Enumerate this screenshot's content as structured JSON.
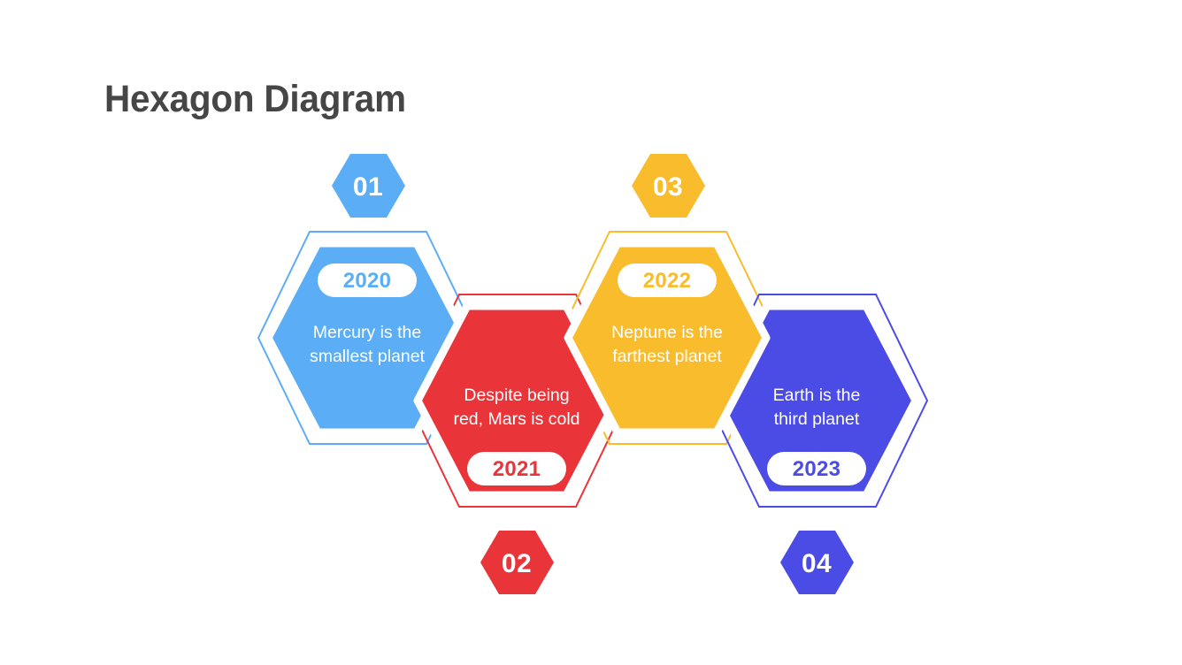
{
  "page": {
    "title": "Hexagon Diagram",
    "background_color": "#ffffff",
    "title_color": "#464646"
  },
  "diagram": {
    "type": "hexagon-process-diagram",
    "step_count": 4,
    "steps": [
      {
        "number": "01",
        "year": "2020",
        "text_line1": "Mercury is the",
        "text_line2": "smallest planet",
        "color": "#5BAEF5",
        "badge_position": "top",
        "pill_position": "top",
        "text_position": "bottom"
      },
      {
        "number": "02",
        "year": "2021",
        "text_line1": "Despite being",
        "text_line2": "red, Mars is cold",
        "color": "#E93539",
        "badge_position": "bottom",
        "pill_position": "bottom",
        "text_position": "top"
      },
      {
        "number": "03",
        "year": "2022",
        "text_line1": "Neptune is the",
        "text_line2": "farthest planet",
        "color": "#F9BC2C",
        "badge_position": "top",
        "pill_position": "top",
        "text_position": "bottom"
      },
      {
        "number": "04",
        "year": "2023",
        "text_line1": "Earth is the",
        "text_line2": "third planet",
        "color": "#4B4CE6",
        "badge_position": "bottom",
        "pill_position": "bottom",
        "text_position": "top"
      }
    ]
  }
}
